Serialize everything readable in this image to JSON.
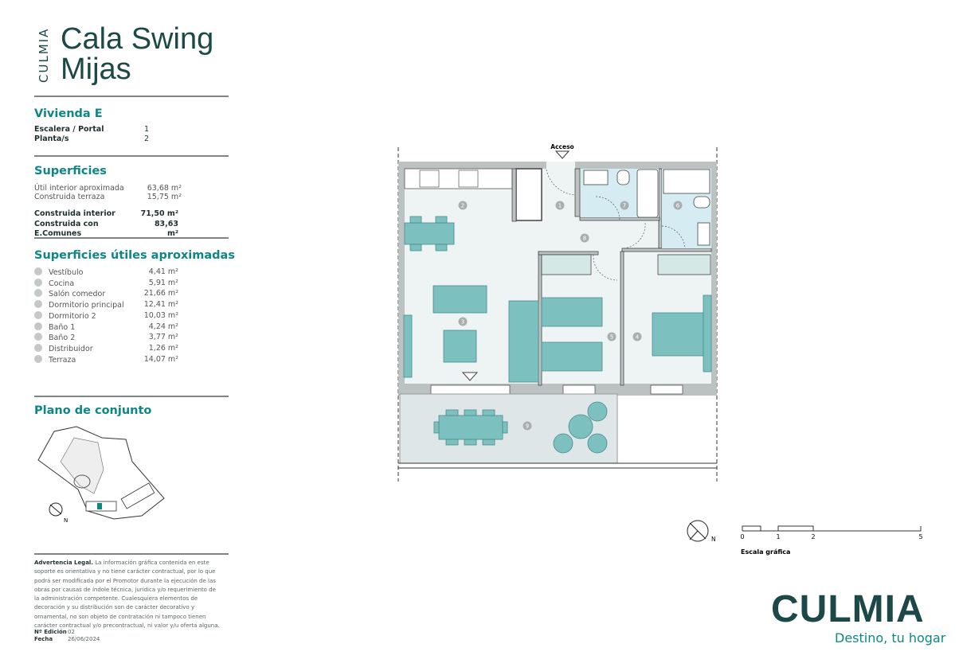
{
  "header": {
    "brand": "CULMIA",
    "title_line1": "Cala Swing",
    "title_line2": "Mijas"
  },
  "vivienda": {
    "title": "Vivienda E",
    "rows": [
      {
        "label": "Escalera / Portal",
        "value": "1"
      },
      {
        "label": "Planta/s",
        "value": "2"
      }
    ]
  },
  "superficies": {
    "title": "Superficies",
    "rows": [
      {
        "label": "Útil interior aproximada",
        "value": "63,68 m²"
      },
      {
        "label": "Construida terraza",
        "value": "15,75 m²"
      },
      {
        "label": "Construida interior",
        "value": "71,50 m²"
      },
      {
        "label": "Construida con E.Comunes",
        "value": "83,63 m²"
      }
    ]
  },
  "utiles": {
    "title": "Superficies útiles aproximadas",
    "rows": [
      {
        "n": "1",
        "label": "Vestíbulo",
        "value": "4,41 m²"
      },
      {
        "n": "2",
        "label": "Cocina",
        "value": "5,91 m²"
      },
      {
        "n": "3",
        "label": "Salón comedor",
        "value": "21,66 m²"
      },
      {
        "n": "4",
        "label": "Dormitorio principal",
        "value": "12,41 m²"
      },
      {
        "n": "5",
        "label": "Dormitorio 2",
        "value": "10,03 m²"
      },
      {
        "n": "6",
        "label": "Baño 1",
        "value": "4,24 m²"
      },
      {
        "n": "7",
        "label": "Baño 2",
        "value": "3,77 m²"
      },
      {
        "n": "8",
        "label": "Distribuidor",
        "value": "1,26 m²"
      },
      {
        "n": "9",
        "label": "Terraza",
        "value": "14,07 m²"
      }
    ]
  },
  "conjunto": {
    "title": "Plano de conjunto",
    "north": "N"
  },
  "legal": {
    "heading": "Advertencia Legal.",
    "text": "La información gráfica contenida en este soporte es orientativa y no tiene carácter contractual, por lo que podrá ser modificada por el Promotor durante la ejecución de las obras por causas de índole técnica, jurídica y/o requerimiento de la administración competente. Cualesquiera elementos de decoración y su distribución son de carácter decorativo y ornamental, no son objeto de contratación ni tampoco tienen carácter contractual y/o precontractual, ni valor y/u oferta alguna.",
    "edicion_label": "Nº Edición",
    "edicion": "02",
    "fecha_label": "Fecha",
    "fecha": "26/06/2024"
  },
  "plan": {
    "acceso": "Acceso",
    "north": "N",
    "scale_label": "Escala gráfica",
    "scale_ticks": [
      "0",
      "1",
      "2",
      "5"
    ]
  },
  "footer": {
    "logo": "CULMIA",
    "slogan": "Destino, tu hogar"
  }
}
